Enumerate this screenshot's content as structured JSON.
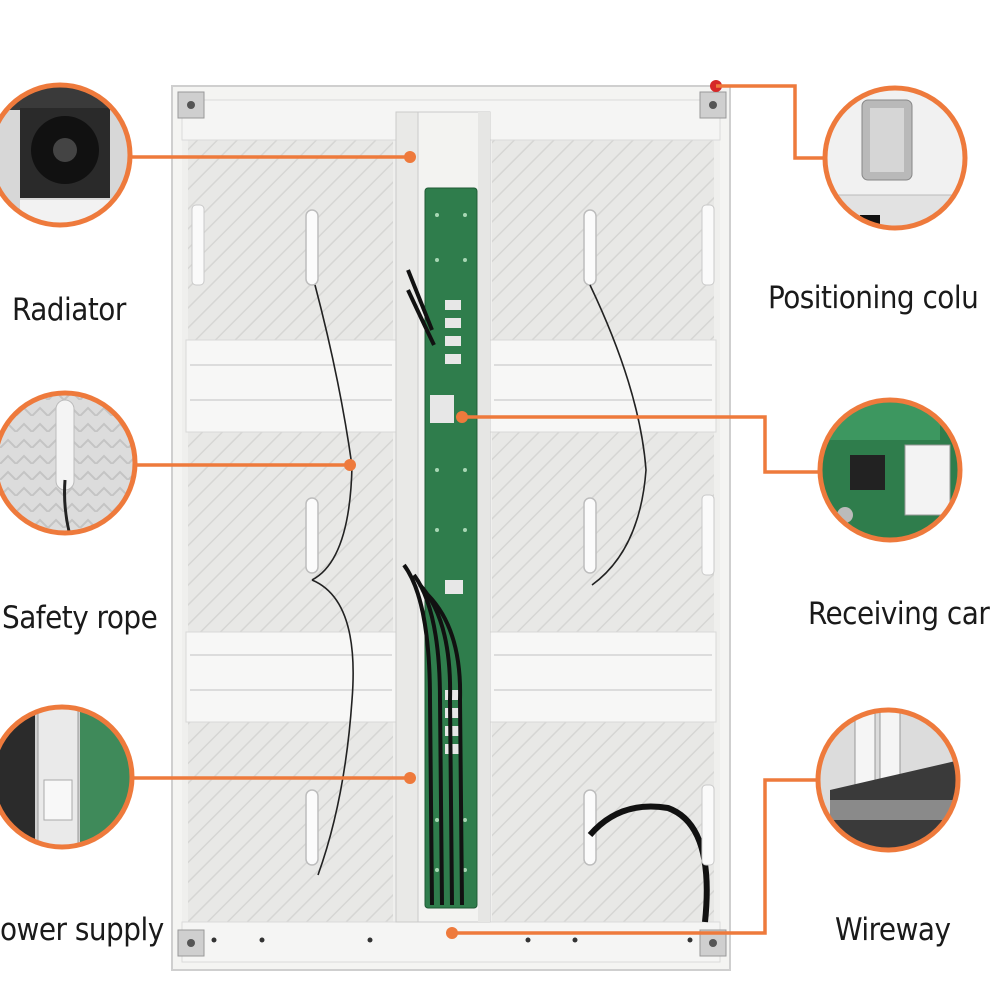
{
  "callouts": {
    "radiator": {
      "label": "Radiator"
    },
    "safety_rope": {
      "label": "Safety rope"
    },
    "power_supply": {
      "label": "ower supply"
    },
    "positioning_column": {
      "label": "Positioning colu"
    },
    "receiving_card": {
      "label": "Receiving car"
    },
    "wireway": {
      "label": "Wireway"
    }
  },
  "colors": {
    "accent": "#ee7a3c",
    "pcb_green": "#2f7d4c",
    "cabinet_white": "#f2f2f0"
  },
  "icons": [
    "fan-icon",
    "hook-icon",
    "psu-icon",
    "pin-icon",
    "card-icon",
    "channel-icon"
  ]
}
